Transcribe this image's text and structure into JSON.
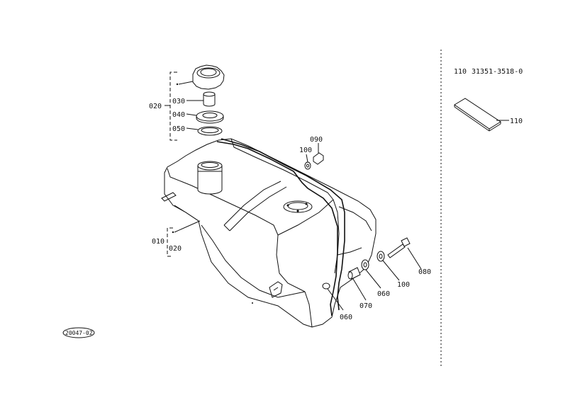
{
  "diagram": {
    "labels": {
      "l010": "010",
      "l020_top": "020",
      "l020_low": "020",
      "l030": "030",
      "l040": "040",
      "l050": "050",
      "l060_a": "060",
      "l060_b": "060",
      "l070": "070",
      "l080": "080",
      "l090": "090",
      "l100_a": "100",
      "l100_b": "100",
      "l110": "110"
    },
    "side_panel": {
      "ref_number": "110",
      "part_code": "31351-3518-0"
    },
    "stamp": "20047-02"
  }
}
